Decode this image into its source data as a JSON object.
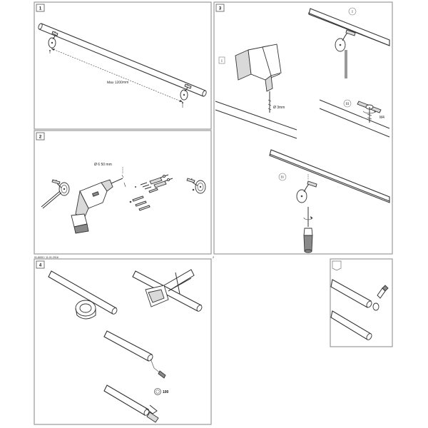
{
  "steps": {
    "s1": "1",
    "s2": "2",
    "s3": "3",
    "s4": "4"
  },
  "step1": {
    "max_length_label": "Max 1200mm"
  },
  "step2": {
    "drill_label": "Ø 6 50 mm"
  },
  "step3": {
    "roman_i": "I",
    "roman_ii": "II",
    "roman_iii": "III",
    "roman_iv": "IV",
    "drill_label": "Ø 3mm",
    "thread_label": "M4"
  },
  "step4": {
    "pack_label": "100"
  },
  "footer": {
    "doc_ref": "91-8000 / 11.01.2016",
    "page_number": "2"
  }
}
